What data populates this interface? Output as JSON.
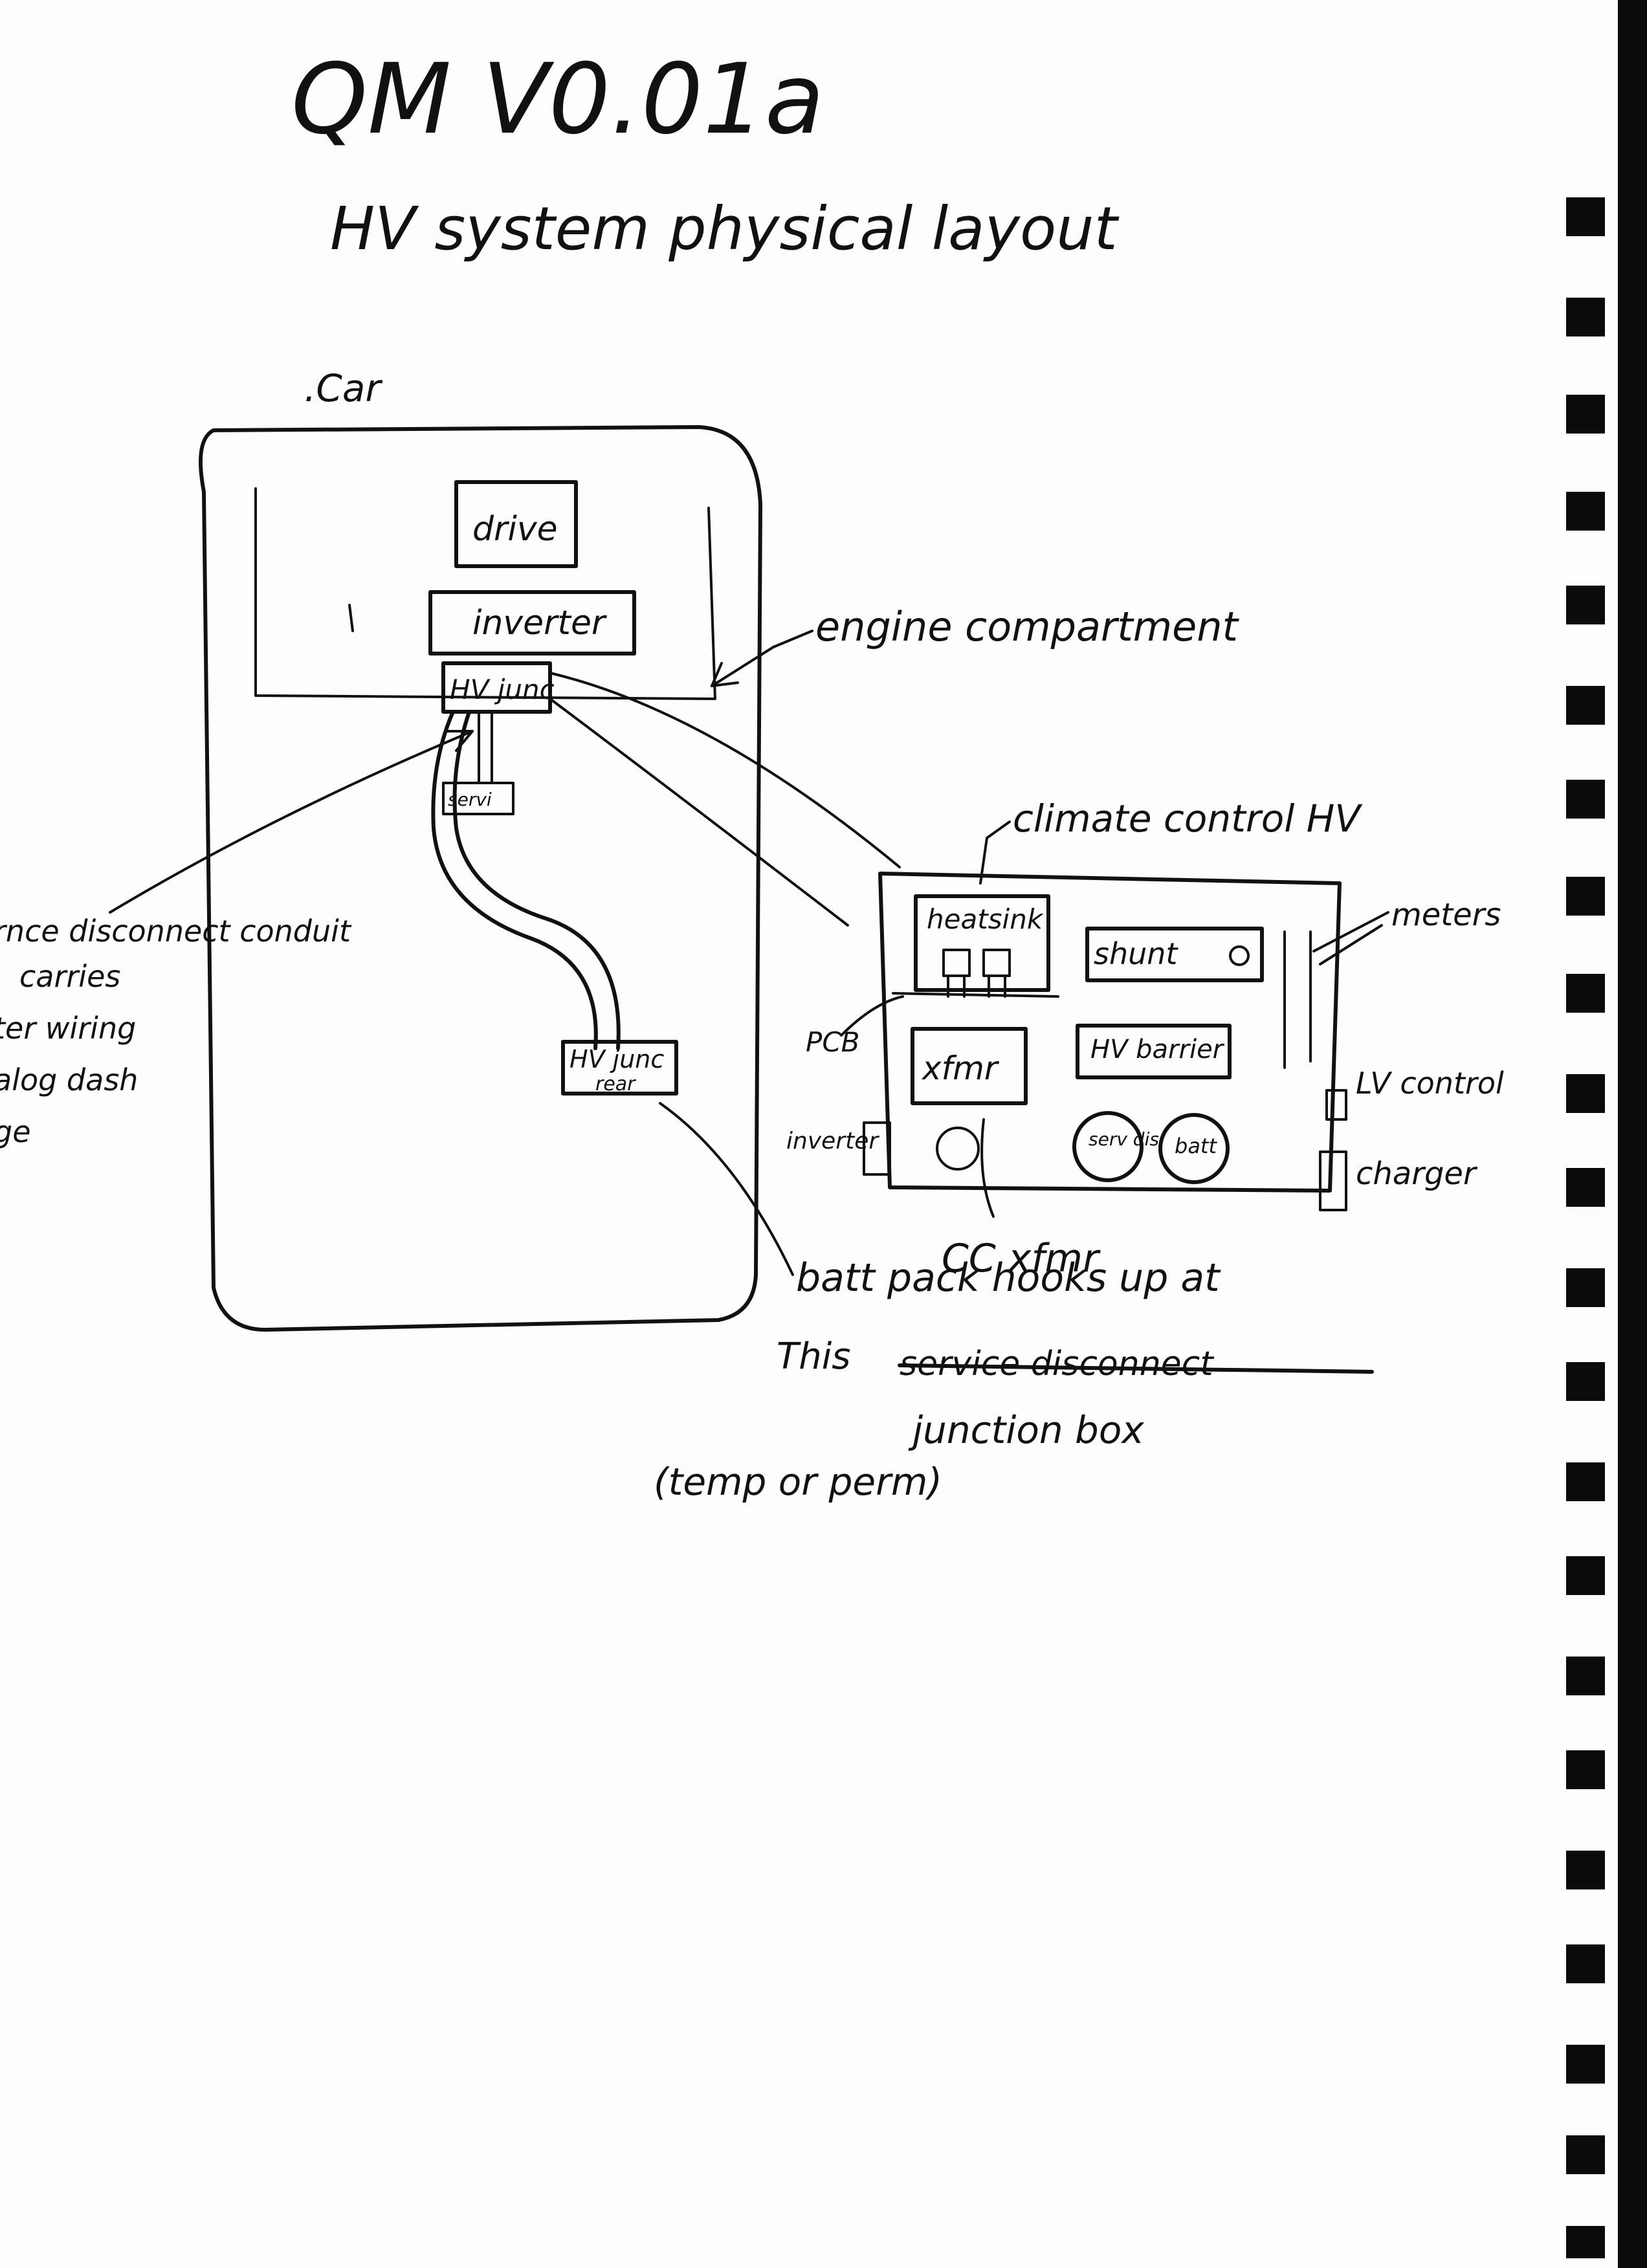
{
  "page": {
    "title": "QM V0.01a",
    "subtitle": "HV system physical layout"
  },
  "diagram": {
    "car_label": ".Car",
    "engine_compartment": "engine compartment",
    "drive": "drive",
    "inverter": "inverter",
    "hv_junc": "HV junc",
    "service": "servi",
    "hv_junc_rear_line1": "HV junc",
    "hv_junc_rear_line2": "rear",
    "conduit_note": [
      "rnce disconnect conduit",
      "carries",
      "ter wiring",
      "alog dash",
      "ge"
    ],
    "climate_control": "climate control HV",
    "heatsink": "heatsink",
    "shunt": "shunt",
    "meters": "meters",
    "pcb": "PCB",
    "xfmr": "xfmr",
    "hv_barrier": "HV barrier",
    "lv_control": "LV control",
    "inverter_port": "inverter",
    "charger": "charger",
    "serv_dis": "serv dis",
    "batt": "batt",
    "cc_xfmr": "CC xfmr",
    "note_line1": "batt pack hooks up at",
    "note_line2_a": "This",
    "note_line2_struck": "service disconnect",
    "note_line3": "junction box",
    "note_line4": "(temp or perm)"
  }
}
